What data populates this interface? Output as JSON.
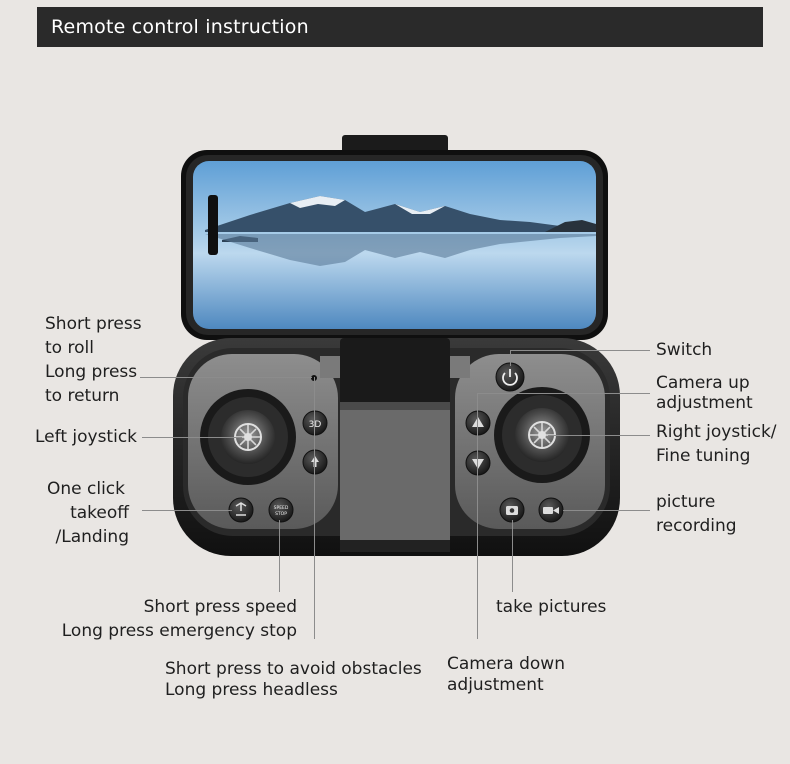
{
  "header": {
    "title": "Remote control instruction"
  },
  "labels": {
    "roll_1": "Short press",
    "roll_2": "to roll",
    "roll_3": "Long press",
    "roll_4": "to return",
    "left_joystick": "Left joystick",
    "takeoff_1": "One click",
    "takeoff_2": "takeoff",
    "takeoff_3": "/Landing",
    "speed_1": "Short press speed",
    "speed_2": "Long press emergency stop",
    "obstacle_1": "Short press to avoid obstacles",
    "obstacle_2": "Long press headless",
    "switch": "Switch",
    "cam_up_1": "Camera up",
    "cam_up_2": "adjustment",
    "right_joystick_1": "Right joystick/",
    "right_joystick_2": "Fine tuning",
    "record_1": "picture",
    "record_2": "recording",
    "take_pictures": "take pictures",
    "cam_down_1": "Camera down",
    "cam_down_2": "adjustment"
  },
  "buttons": {
    "roll_3d": "3D",
    "speed_small": "SPEED STOP"
  },
  "icons": {
    "power": "power-icon",
    "camera_up": "triangle-up-icon",
    "camera_down": "triangle-down-icon",
    "photo": "camera-icon",
    "video": "video-icon",
    "takeoff": "takeoff-icon",
    "obstacle": "arrow-up-icon"
  }
}
